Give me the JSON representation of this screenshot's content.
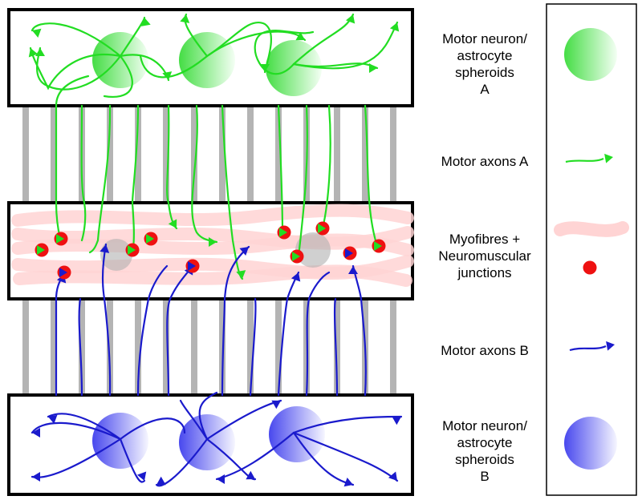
{
  "legend": {
    "spheroids_a": [
      "Motor neuron/",
      "astrocyte",
      "spheroids",
      "A"
    ],
    "axons_a": [
      "Motor axons A"
    ],
    "myofibres": [
      "Myofibres +",
      "Neuromuscular",
      "junctions"
    ],
    "axons_b": [
      "Motor axons B"
    ],
    "spheroids_b": [
      "Motor neuron/",
      "astrocyte",
      "spheroids",
      "B"
    ]
  },
  "colors": {
    "axon_a": "#22dd22",
    "axon_b": "#1a1acc",
    "spheroid_a": "#55e055",
    "spheroid_b": "#5a5aee",
    "junction": "#ee1111",
    "myofibre": "#ffd4d4",
    "pillar": "#b4b4b4",
    "frame": "#000000"
  }
}
